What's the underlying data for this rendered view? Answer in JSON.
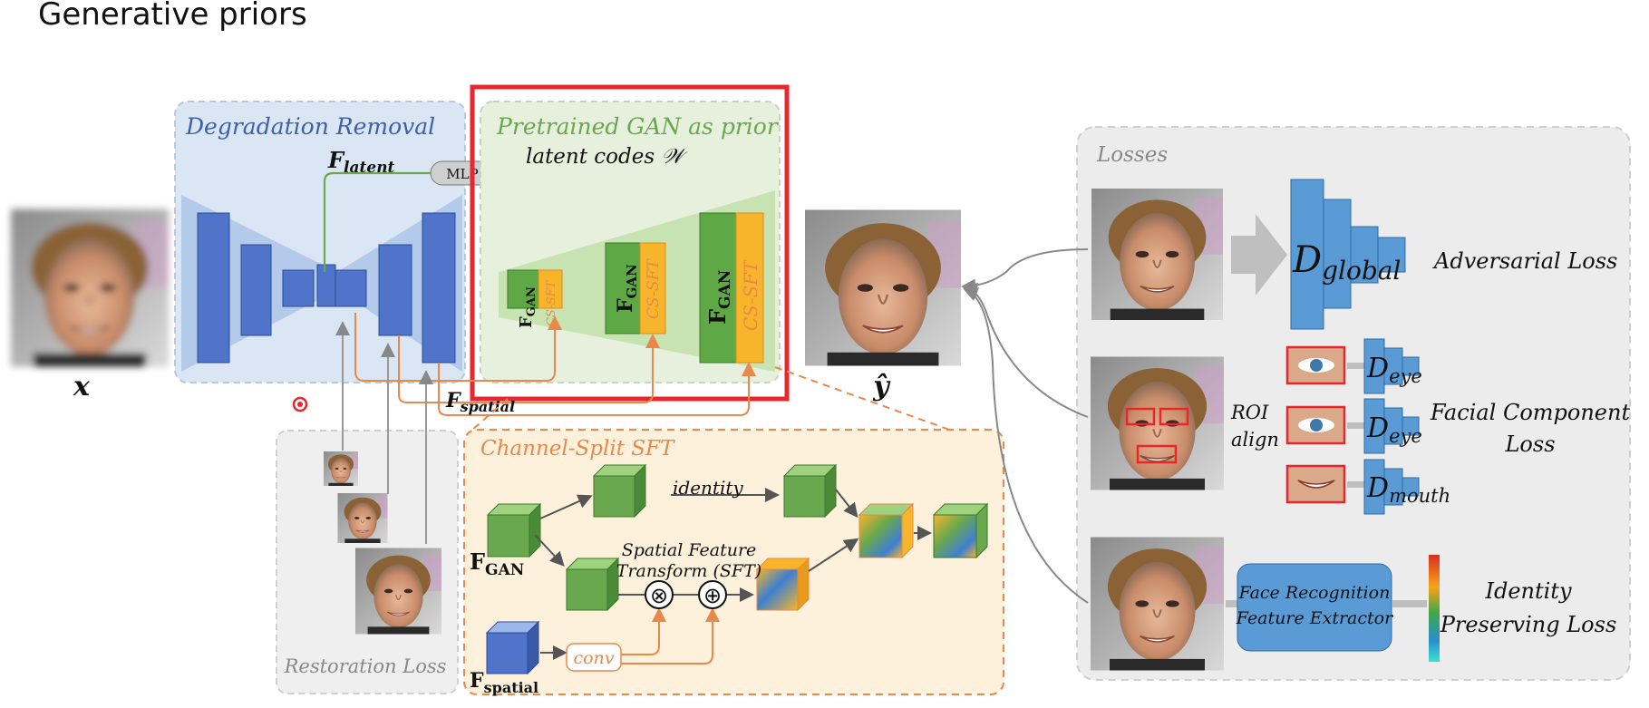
{
  "slide_title": "Generative priors",
  "colors": {
    "degradation": "#3d5fae",
    "gan": "#6aa84f",
    "sft": "#e8884a",
    "losses_gray": "#888888",
    "highlight_red": "#e8262c",
    "block_blue": "#4f74c9",
    "block_green": "#5ea845",
    "block_orange": "#f6b52b"
  },
  "icons": {
    "face": "face-photo",
    "eye": "eye-crop",
    "mouth": "mouth-crop",
    "cursor": "red-pointer-dot"
  },
  "degradation": {
    "title": "Degradation Removal",
    "f_latent": "F",
    "f_latent_sub": "latent",
    "mlp": "MLP",
    "f_spatial": "F",
    "f_spatial_sub": "spatial"
  },
  "gan": {
    "title": "Pretrained GAN as prior",
    "latent_codes": "latent codes 𝒲",
    "fgan": "F",
    "fgan_sub": "GAN",
    "cs_sft": "CS-SFT"
  },
  "io": {
    "input_label": "x",
    "output_label": "ŷ"
  },
  "restoration": {
    "label": "Restoration Loss"
  },
  "sft": {
    "title": "Channel-Split SFT",
    "fgan": "F",
    "fgan_sub": "GAN",
    "fspatial": "F",
    "fspatial_sub": "spatial",
    "identity": "identity",
    "transform_line1": "Spatial Feature",
    "transform_line2": "Transform (SFT)",
    "conv": "conv",
    "multiply": "⊗",
    "add": "⊕"
  },
  "losses": {
    "title": "Losses",
    "d_global": "D",
    "d_global_sub": "global",
    "adversarial": "Adversarial Loss",
    "roi_line1": "ROI",
    "roi_line2": "align",
    "d_eye": "D",
    "d_eye_sub": "eye",
    "d_mouth": "D",
    "d_mouth_sub": "mouth",
    "facial_line1": "Facial Component",
    "facial_line2": "Loss",
    "face_rec_line1": "Face Recognition",
    "face_rec_line2": "Feature Extractor",
    "identity_line1": "Identity",
    "identity_line2": "Preserving Loss"
  }
}
